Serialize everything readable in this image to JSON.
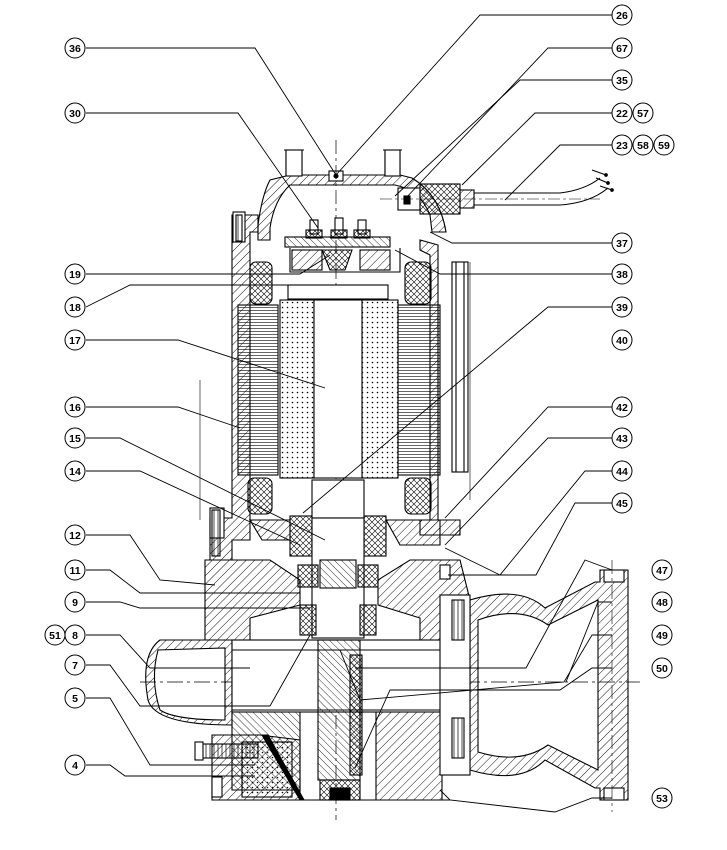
{
  "colors": {
    "ink": "#000000",
    "paper": "#ffffff",
    "hatch": "#000000"
  },
  "callouts": {
    "left": [
      "36",
      "30",
      "19",
      "18",
      "17",
      "16",
      "15",
      "14",
      "12",
      "11",
      "9",
      "51",
      "8",
      "7",
      "5",
      "4"
    ],
    "right": [
      "26",
      "67",
      "35",
      "22",
      "57",
      "23",
      "58",
      "59",
      "37",
      "38",
      "39",
      "40",
      "42",
      "43",
      "44",
      "45",
      "47",
      "48",
      "49",
      "50",
      "53"
    ]
  }
}
